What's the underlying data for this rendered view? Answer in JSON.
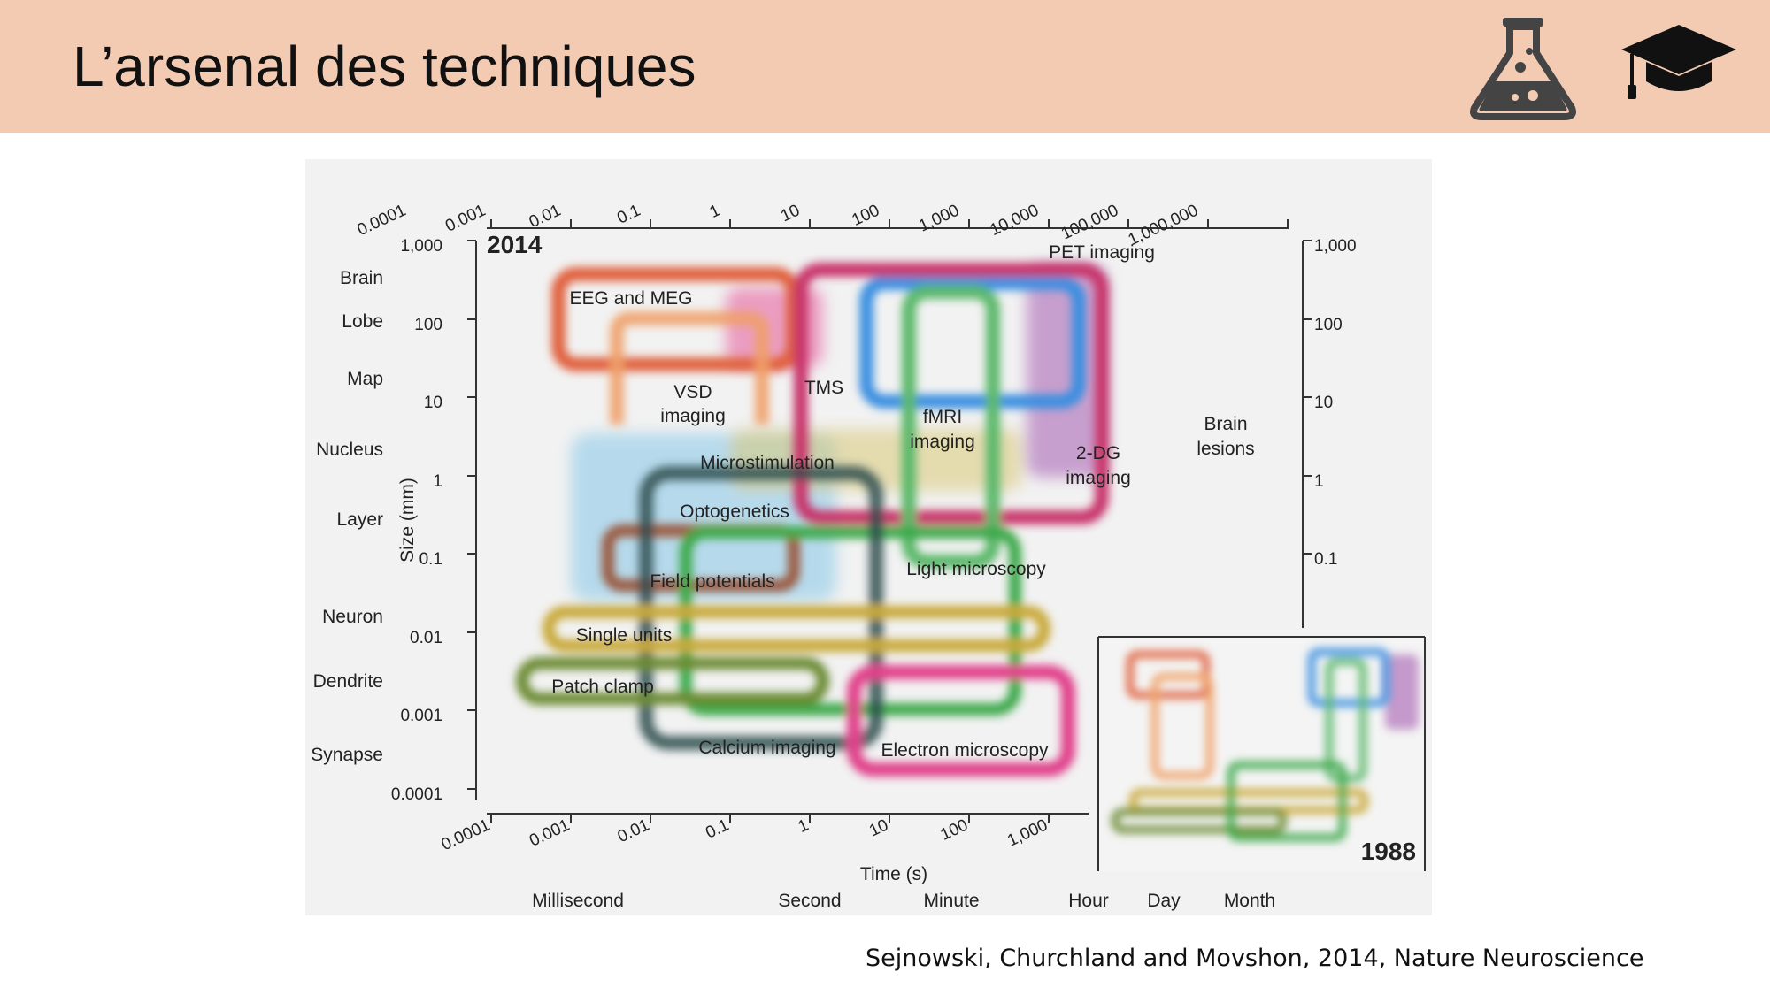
{
  "slide": {
    "title": "L’arsenal des techniques",
    "citation": "Sejnowski, Churchland and Movshon, 2014, Nature Neuroscience",
    "icons": [
      "flask-icon",
      "graduation-cap-icon"
    ],
    "header_color": "#f2cbb2"
  },
  "figure": {
    "year_main": "2014",
    "year_inset": "1988",
    "x_axis_label": "Time (s)",
    "y_axis_label": "Size (mm)",
    "x_ticks_top": [
      "0.0001",
      "0.001",
      "0.01",
      "0.1",
      "1",
      "10",
      "100",
      "1,000",
      "10,000",
      "100,000",
      "1,000,000"
    ],
    "x_ticks_bottom": [
      "0.0001",
      "0.001",
      "0.01",
      "0.1",
      "1",
      "10",
      "100",
      "1,000"
    ],
    "y_ticks": [
      "1,000",
      "100",
      "10",
      "1",
      "0.1",
      "0.01",
      "0.001",
      "0.0001"
    ],
    "y_ticks_right": [
      "1,000",
      "100",
      "10",
      "1",
      "0.1"
    ],
    "size_scale_labels": [
      "Brain",
      "Lobe",
      "Map",
      "Nucleus",
      "Layer",
      "Neuron",
      "Dendrite",
      "Synapse"
    ],
    "time_scale_labels": [
      "Millisecond",
      "Second",
      "Minute",
      "Hour",
      "Day",
      "Month"
    ],
    "techniques": [
      {
        "id": "eeg-meg",
        "lines": [
          "EEG and MEG"
        ],
        "color": "#e0603c"
      },
      {
        "id": "vsd",
        "lines": [
          "VSD",
          "imaging"
        ],
        "color": "#f0a068"
      },
      {
        "id": "tms",
        "lines": [
          "TMS"
        ],
        "color": "#e0508a"
      },
      {
        "id": "fmri",
        "lines": [
          "fMRI",
          "imaging"
        ],
        "color": "#c8346a"
      },
      {
        "id": "pet",
        "lines": [
          "PET imaging"
        ],
        "color": "#3a8fe0"
      },
      {
        "id": "2dg",
        "lines": [
          "2-DG",
          "imaging"
        ],
        "color": "#5cb86a"
      },
      {
        "id": "brain-lesions",
        "lines": [
          "Brain",
          "lesions"
        ],
        "color": "#b87ab8"
      },
      {
        "id": "microstimulation",
        "lines": [
          "Microstimulation"
        ],
        "color": "#8a6a20"
      },
      {
        "id": "optogenetics",
        "lines": [
          "Optogenetics"
        ],
        "color": "#8cc8e8"
      },
      {
        "id": "field-potentials",
        "lines": [
          "Field potentials"
        ],
        "color": "#9a5a40"
      },
      {
        "id": "light-microscopy",
        "lines": [
          "Light microscopy"
        ],
        "color": "#3aa848"
      },
      {
        "id": "single-units",
        "lines": [
          "Single units"
        ],
        "color": "#c8a838"
      },
      {
        "id": "patch-clamp",
        "lines": [
          "Patch clamp"
        ],
        "color": "#6a8a30"
      },
      {
        "id": "calcium-imaging",
        "lines": [
          "Calcium imaging"
        ],
        "color": "#2a4a4a"
      },
      {
        "id": "electron-microscopy",
        "lines": [
          "Electron microscopy"
        ],
        "color": "#e0408a"
      }
    ]
  }
}
